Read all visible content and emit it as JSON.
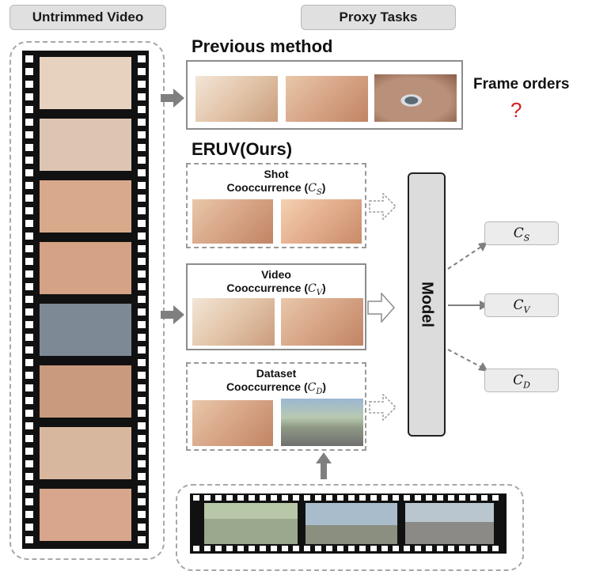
{
  "headers": {
    "untrimmed": "Untrimmed Video",
    "proxy": "Proxy Tasks"
  },
  "previous": {
    "title": "Previous method",
    "frame_orders": "Frame orders",
    "question": "?"
  },
  "eruv": {
    "title": "ERUV(Ours)",
    "shot": {
      "line1": "Shot",
      "line2": "Cooccurrence (",
      "sym": "C",
      "sub": "S",
      "close": ")"
    },
    "video": {
      "line1": "Video",
      "line2": "Cooccurrence (",
      "sym": "C",
      "sub": "V",
      "close": ")"
    },
    "dataset": {
      "line1": "Dataset",
      "line2": "Cooccurrence (",
      "sym": "C",
      "sub": "D",
      "close": ")"
    }
  },
  "model_label": "Model",
  "outputs": [
    {
      "sym": "C",
      "sub": "S"
    },
    {
      "sym": "C",
      "sub": "V"
    },
    {
      "sym": "C",
      "sub": "D"
    }
  ],
  "colors": {
    "pill_fill": "#e0e0e0",
    "arrow_gray": "#7f7f7f",
    "question_red": "#d62020",
    "model_fill": "#dcdcdc"
  }
}
